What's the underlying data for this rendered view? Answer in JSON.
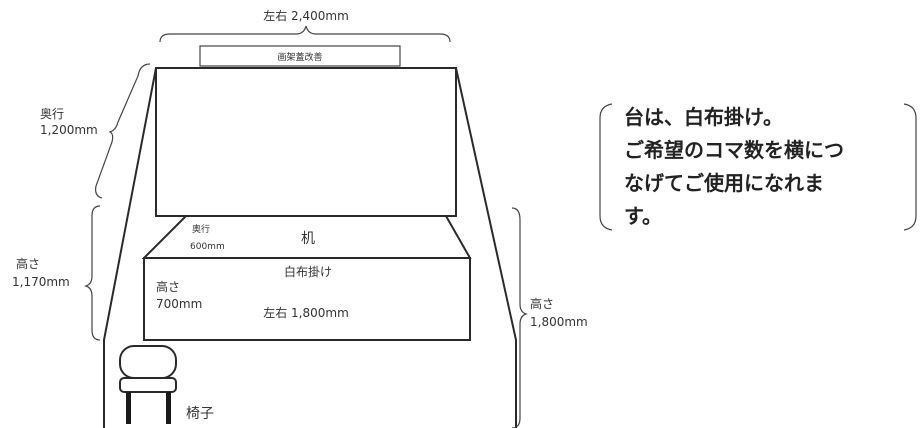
{
  "diagram": {
    "width_label": "左右 2,400mm",
    "sign_label": "画架蓋改善",
    "depth_label_line1": "奥行",
    "depth_label_line2": "1,200mm",
    "side_height_line1": "高さ",
    "side_height_line2": "1,170mm",
    "right_height_line1": "高さ",
    "right_height_line2": "1,800mm",
    "desk_depth_line1": "奥行",
    "desk_depth_line2": "600mm",
    "desk_label": "机",
    "desk_cover_label": "白布掛け",
    "desk_height_line1": "高さ",
    "desk_height_line2": "700mm",
    "desk_width_label": "左右 1,800mm",
    "chair_label": "椅子"
  },
  "note": {
    "lines": [
      "台は、白布掛け。",
      "ご希望のコマ数を横につ",
      "なげてご使用になれま",
      "す。"
    ]
  },
  "colors": {
    "line": "#2a2a2a",
    "text": "#333333"
  }
}
